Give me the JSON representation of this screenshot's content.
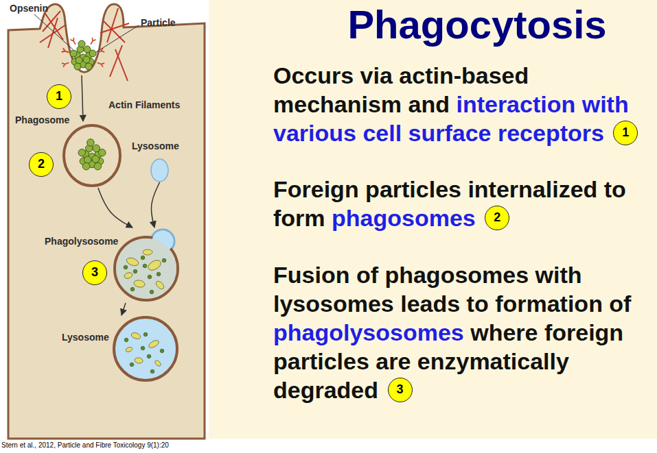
{
  "diagram": {
    "title": "Phagocytosis",
    "nodes": [
      {
        "text": [
          "Phagosome"
        ]
      },
      {
        "text": [
          "Lysosome"
        ]
      },
      {
        "text": [
          "Phagolysosome"
        ]
      },
      {
        "text": [
          "Lysosome"
        ]
      }
    ],
    "edges": [
      {
        "from": 0,
        "to": 2,
        "arrow": "to"
      },
      {
        "from": 1,
        "to": 2,
        "arrow": "to"
      },
      {
        "from": 2,
        "to": 3,
        "arrow": "to"
      }
    ],
    "labels": [
      "Opsenin",
      "Particle",
      "Actin Filaments",
      "1",
      "2",
      "3",
      "Occurs via actin-based mechanism and",
      "interaction with various cell surface receptors",
      "1",
      "Foreign particles internalized to form",
      "phagosomes",
      "2",
      "Fusion of phagosomes with lysosomes leads to formation of",
      "phagolysosomes",
      "where foreign particles are enzymatically degraded",
      "3",
      "Stern et al., 2012, Particle and Fibre Toxicology 9(1):20"
    ]
  }
}
